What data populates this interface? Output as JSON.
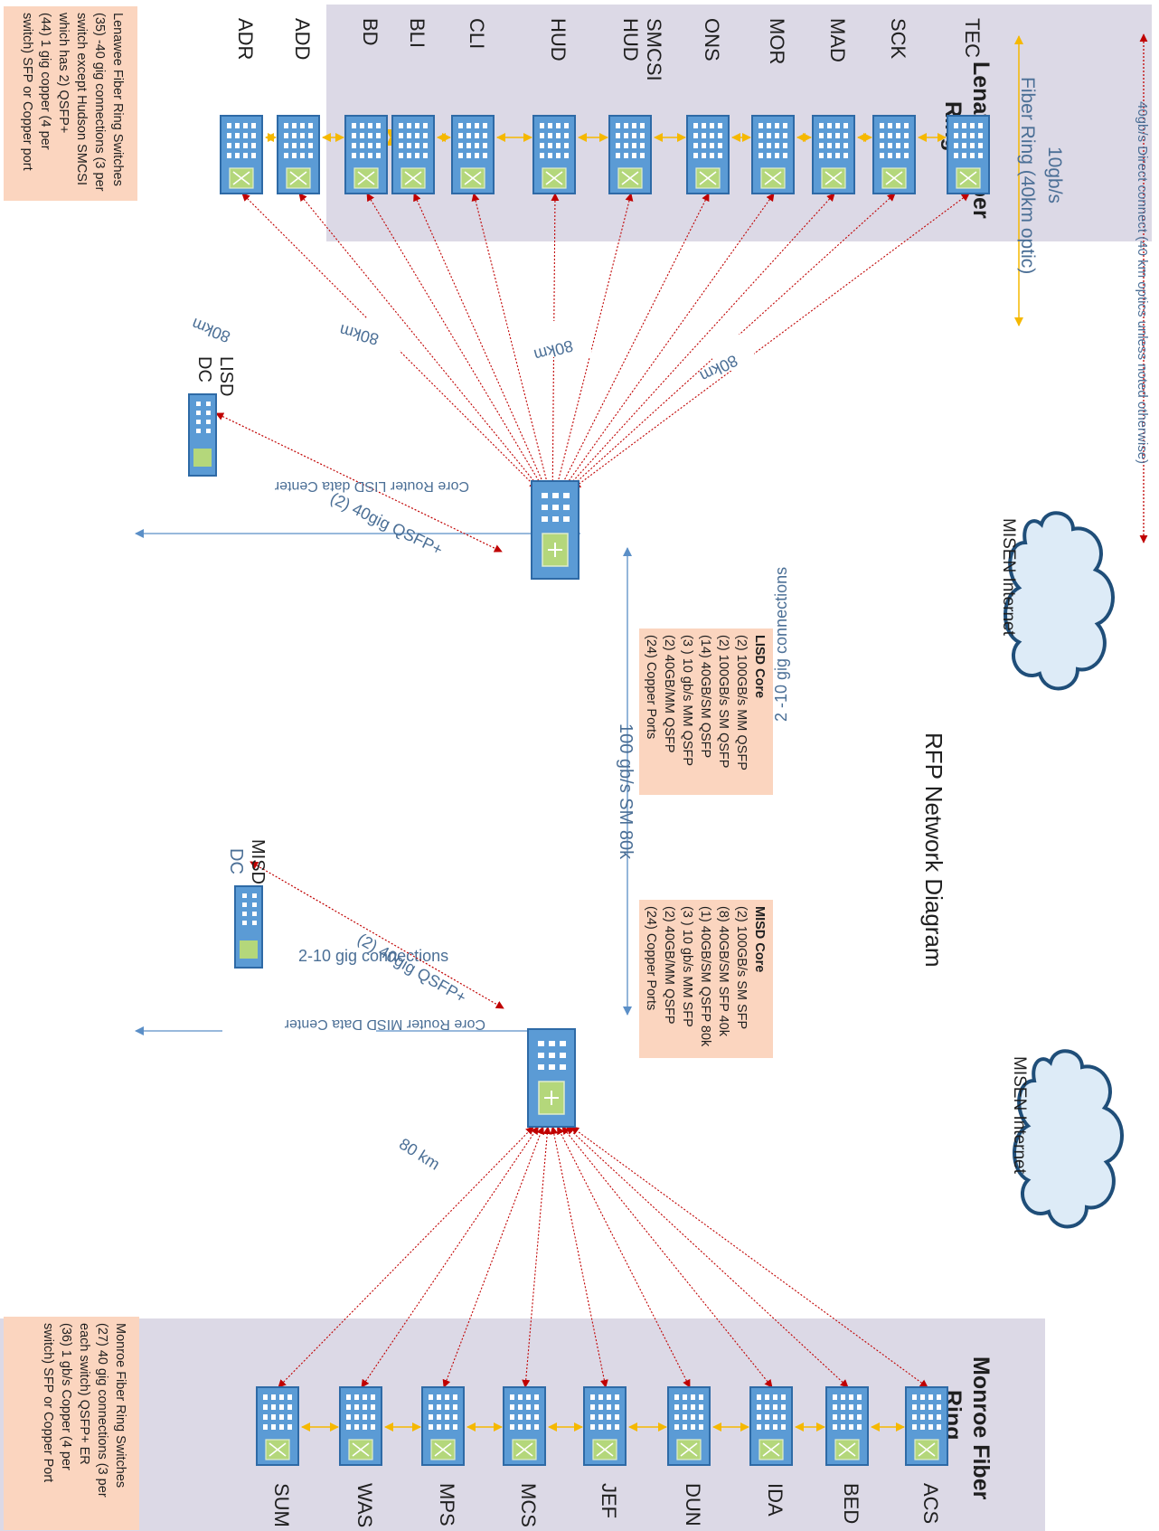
{
  "title": "RFP Network Diagram",
  "legend": {
    "direct_connect": "40gb/s Direct connect (40 km optics  unless noted otherwise)",
    "fiber_ring_speed": "10gb/s",
    "fiber_ring_desc": "Fiber Ring (40km optic)"
  },
  "lenawee": {
    "title_line1": "Lenawee Fiber",
    "title_line2": "Ring",
    "switches": [
      {
        "label1": "ADR",
        "label2": ""
      },
      {
        "label1": "ADD",
        "label2": ""
      },
      {
        "label1": "BD",
        "label2": ""
      },
      {
        "label1": "BLI",
        "label2": ""
      },
      {
        "label1": "CLI",
        "label2": ""
      },
      {
        "label1": "HUD",
        "label2": ""
      },
      {
        "label1": "HUD",
        "label2": "SMCSI"
      },
      {
        "label1": "ONS",
        "label2": ""
      },
      {
        "label1": "MOR",
        "label2": ""
      },
      {
        "label1": "MAD",
        "label2": ""
      },
      {
        "label1": "SCK",
        "label2": ""
      },
      {
        "label1": "TEC",
        "label2": ""
      }
    ],
    "note_lines": [
      "Lenawee Fiber Ring Switches",
      "(35) -40 gig connections (3 per",
      "switch except Hudson SMCSI",
      "which has 2) QSFP+",
      "(44)  1 gig copper (4 per",
      "switch) SFP or  Copper port"
    ],
    "link_labels": [
      "80km",
      "80km",
      "80km",
      "80km"
    ]
  },
  "monroe": {
    "title_line1": "Monroe Fiber",
    "title_line2": "Ring",
    "switches": [
      {
        "label1": "ACS"
      },
      {
        "label1": "BED"
      },
      {
        "label1": "IDA"
      },
      {
        "label1": "DUN"
      },
      {
        "label1": "JEF"
      },
      {
        "label1": "MCS"
      },
      {
        "label1": "MPS"
      },
      {
        "label1": "WAS"
      },
      {
        "label1": "SUM"
      }
    ],
    "note_lines": [
      "Monroe Fiber Ring Switches",
      "(27) 40 gig connections (3 per",
      "each switch) QSFP+ ER",
      "(36) 1 gb/s Copper (4 per",
      "switch)  SFP or Copper Port"
    ],
    "link_label": "80 km"
  },
  "lisd_core": {
    "router_label": "Core Router LISD data Center",
    "title": "LISD Core",
    "spec_lines": [
      "(2) 100GB/s MM   QSFP",
      "(2) 100GB/s SM QSFP",
      "(14) 40GB/SM QSFP",
      "(3 ) 10  gb/s MM QSFP",
      "(2) 40GB/MM QSFP",
      "(24) Copper Ports"
    ],
    "internet_label": "MISEN Internet",
    "internet_link": "2 -10 gig connections",
    "dc_label1": "LISD",
    "dc_label2": "DC",
    "dc_link": "(2) 40gig QSFP+"
  },
  "misd_core": {
    "router_label": "Core Router MISD Data Center",
    "title": "MISD Core",
    "spec_lines": [
      "(2) 100GB/s SM SFP",
      "(8) 40GB/SM SFP 40k",
      "(1) 40GB/SM QSFP 80k",
      "(3 ) 10  gb/s MM SFP",
      "(2) 40GB/MM QSFP",
      "(24) Copper Ports"
    ],
    "internet_label": "MISEN Internet",
    "internet_link": "2-10 gig connections",
    "dc_label1": "MISD",
    "dc_label2": "DC",
    "dc_link": "(2) 40gig QSFP+"
  },
  "backbone_link": "100 gb/s SM 80k",
  "colors": {
    "region_bg": "#dcd9e6",
    "note_bg": "#fbd5bf",
    "switch_blue": "#5b9bd5",
    "switch_edge": "#2e6aa6",
    "port_green": "#b4d77b",
    "direct_link": "#c00000",
    "ring_link": "#f5b800",
    "text_blue": "#4b6f96",
    "cloud_fill": "#ddebf7",
    "cloud_edge": "#1f4e79"
  }
}
